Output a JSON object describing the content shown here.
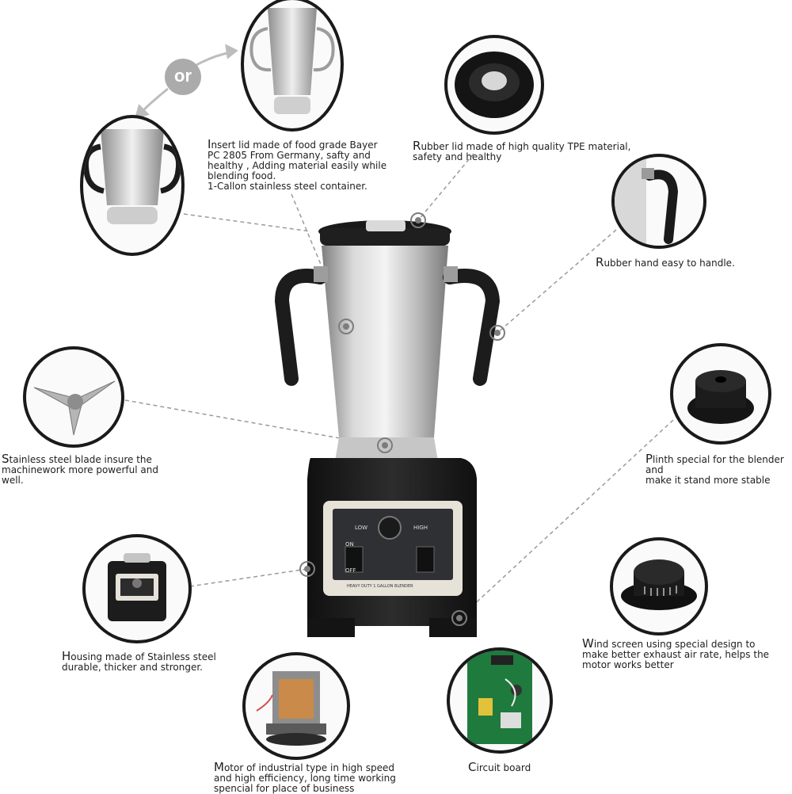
{
  "or_label": "or",
  "callouts": {
    "insert_lid": {
      "first": "I",
      "lines": [
        "nsert lid made of food grade Bayer",
        "PC 2805 From Germany, safty and",
        "healthy , Adding material easily while",
        "blending food.",
        "1-Callon stainless steel container."
      ]
    },
    "rubber_lid": {
      "first": "R",
      "lines": [
        "ubber lid made of high quality TPE material,",
        "safety and healthy"
      ]
    },
    "rubber_hand": {
      "first": "R",
      "lines": [
        "ubber hand easy to handle."
      ]
    },
    "blade": {
      "first": "S",
      "lines": [
        "tainless steel blade insure the",
        "machinework more powerful and",
        "well."
      ]
    },
    "plinth": {
      "first": "P",
      "lines": [
        "linth special for the blender and",
        "make it stand more stable"
      ]
    },
    "housing": {
      "first": "H",
      "lines": [
        "ousing made of Stainless steel",
        "durable, thicker and stronger."
      ]
    },
    "wind_screen": {
      "first": "W",
      "lines": [
        "ind screen using special design to",
        "make better exhaust air rate, helps the",
        "motor works better"
      ]
    },
    "motor": {
      "first": "M",
      "lines": [
        "otor of industrial type in high speed",
        "and high efficiency, long time working",
        "spencial for place of business"
      ]
    },
    "circuit": {
      "first": "C",
      "lines": [
        "ircuit board"
      ]
    }
  },
  "panel": {
    "low": "LOW",
    "high": "HIGH",
    "on": "ON",
    "off": "OFF",
    "model": "HEAVY DUTY 1 GALLON BLENDER"
  },
  "colors": {
    "outline": "#1a1a1a",
    "dash": "#9a9a9a",
    "steel": "#c9c9c9",
    "rubber": "#1c1c1c"
  }
}
